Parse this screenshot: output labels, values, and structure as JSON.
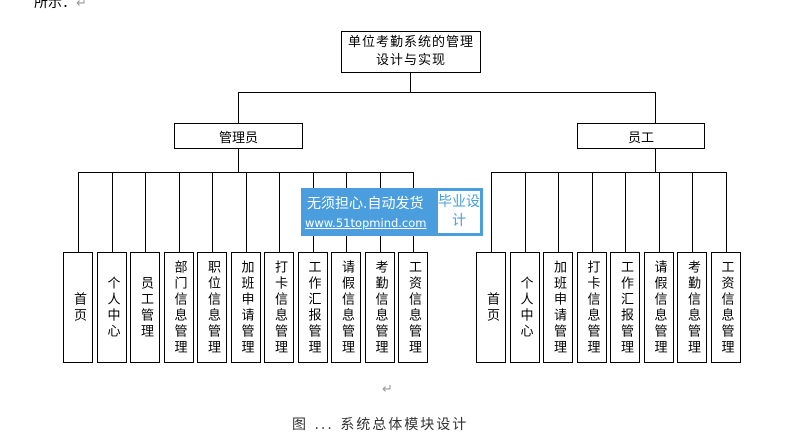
{
  "intro_text": "所示：",
  "paragraph_mark": "↵",
  "root": "单位考勤系统的管理设计与实现",
  "branches": [
    {
      "label": "管理员",
      "children": [
        "首页",
        "个人中心",
        "员工管理",
        "部门信息管理",
        "职位信息管理",
        "加班申请管理",
        "打卡信息管理",
        "工作汇报管理",
        "请假信息管理",
        "考勤信息管理",
        "工资信息管理"
      ]
    },
    {
      "label": "员工",
      "children": [
        "首页",
        "个人中心",
        "加班申请管理",
        "打卡信息管理",
        "工作汇报管理",
        "请假信息管理",
        "考勤信息管理",
        "工资信息管理"
      ]
    }
  ],
  "watermark": {
    "line1": "无须担心.自动发货",
    "line2": "www.51topmind.com",
    "badge": "毕业设计"
  },
  "caption": "图 ... 系统总体模块设计"
}
